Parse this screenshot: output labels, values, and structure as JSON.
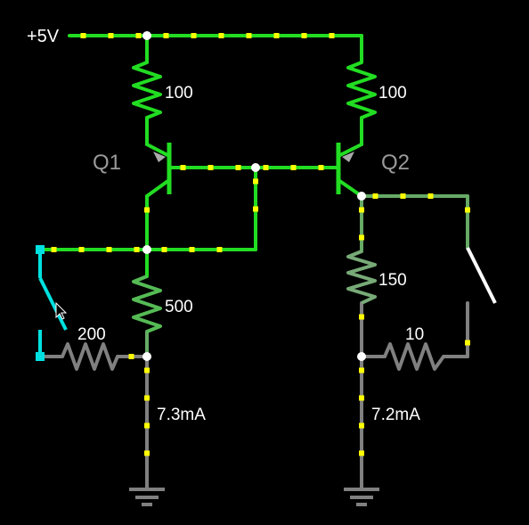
{
  "circuit": {
    "supply_label": "+5V",
    "resistor_q1_emitter": "100",
    "resistor_q2_emitter": "100",
    "transistor_q1": "Q1",
    "transistor_q2": "Q2",
    "resistor_q1_collector": "500",
    "resistor_left_load": "200",
    "resistor_q2_collector": "150",
    "resistor_right_load": "10",
    "current_left": "7.3mA",
    "current_right": "7.2mA"
  },
  "colors": {
    "background": "#000000",
    "wire_bright": "#22dd22",
    "wire_mid": "#66aa66",
    "wire_gray": "#808080",
    "current_dots": "#ffff00",
    "switch_left": "#00e0e0",
    "switch_right": "#ffffff",
    "node": "#ffffff"
  },
  "switches": [
    {
      "name": "left-switch",
      "state": "open"
    },
    {
      "name": "right-switch",
      "state": "open"
    }
  ]
}
